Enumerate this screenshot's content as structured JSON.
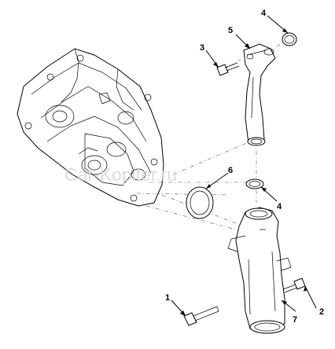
{
  "watermark": "Car-Kopiter.ru",
  "callouts": {
    "c1": "1",
    "c2": "2",
    "c3": "3",
    "c4a": "4",
    "c4b": "4",
    "c5": "5",
    "c6": "6",
    "c7": "7"
  }
}
